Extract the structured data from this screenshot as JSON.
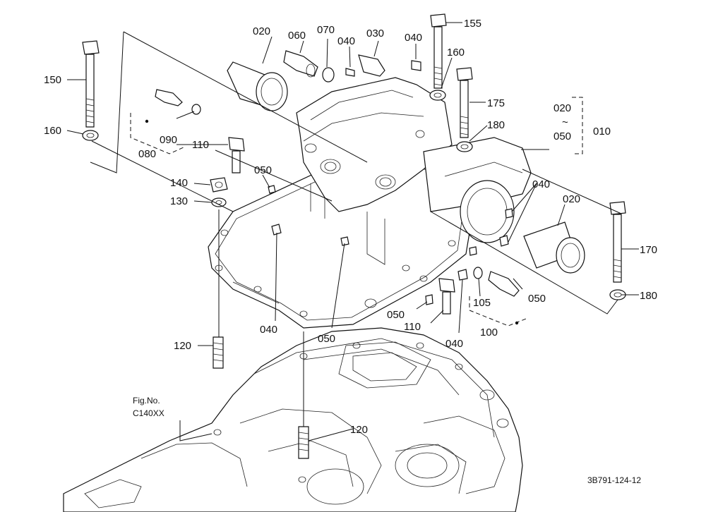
{
  "callouts": {
    "c020_top": "020",
    "c060": "060",
    "c070": "070",
    "c040_top": "040",
    "c030": "030",
    "c040_topright": "040",
    "c155": "155",
    "c160_right": "160",
    "c175": "175",
    "c180_top": "180",
    "c020_group": "020",
    "c_tilde": "~",
    "c050_group": "050",
    "c010": "010",
    "c150": "150",
    "c160_left": "160",
    "c090": "090",
    "c080": "080",
    "c110_left": "110",
    "c050_left": "050",
    "c140": "140",
    "c130": "130",
    "c040_mid": "040",
    "c020_right": "020",
    "c170": "170",
    "c180_right": "180",
    "c105": "105",
    "c050_right": "050",
    "c100": "100",
    "c050_lower": "050",
    "c110_lower": "110",
    "c040_lowerleft": "040",
    "c050_bottom": "050",
    "c040_lowerright": "040",
    "c120_left": "120",
    "c120_bottom": "120"
  },
  "figure_ref": {
    "label": "Fig.No.",
    "code": "C140XX"
  },
  "drawing_number": "3B791-124-12"
}
